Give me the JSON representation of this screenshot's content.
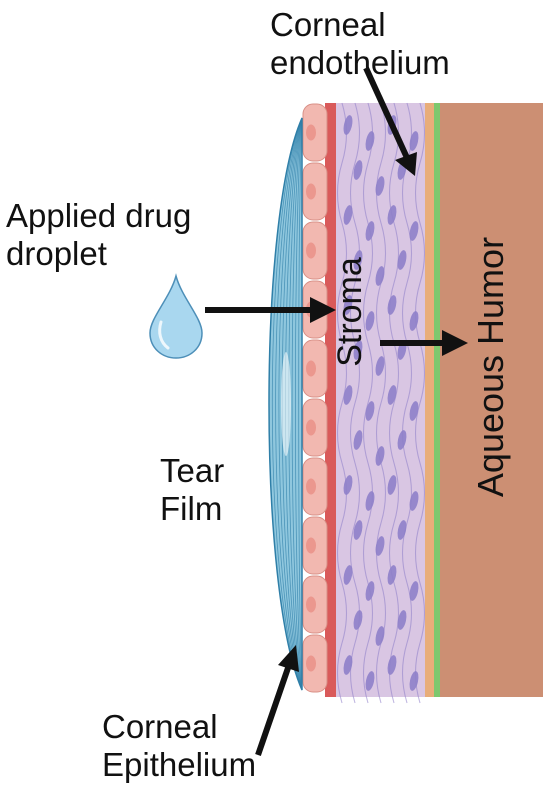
{
  "labels": {
    "corneal_endothelium": [
      "Corneal",
      "endothelium"
    ],
    "applied_drug_droplet": [
      "Applied drug",
      "droplet"
    ],
    "tear_film": [
      "Tear",
      "Film"
    ],
    "stroma": "Stroma",
    "aqueous_humor": "Aqueous Humor",
    "corneal_epithelium": [
      "Corneal",
      "Epithelium"
    ]
  },
  "colors": {
    "aqueous_humor": "#cc8f73",
    "stroma": "#d9c6e3",
    "stroma_cell": "#8e7fc9",
    "bowman_layer": "#d95a5a",
    "epithelium": "#f2b8b0",
    "descemet": "#e8ad7a",
    "endothelium": "#7dc86e",
    "tear_film": "#8fc7de",
    "tear_film_line": "#2f7fa8",
    "droplet": "#a9d7ef",
    "arrow": "#111111"
  },
  "icons": [
    "drug-droplet-icon"
  ]
}
